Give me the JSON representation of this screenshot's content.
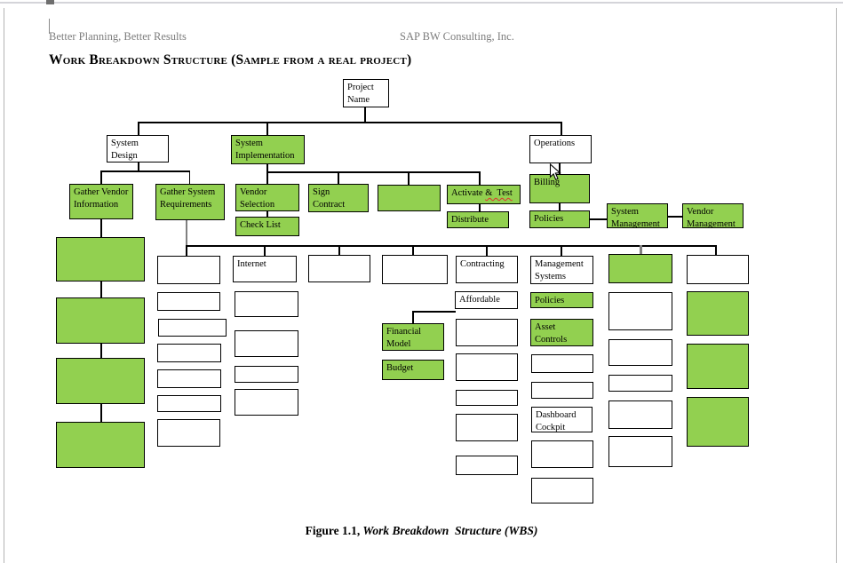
{
  "window": {
    "header_left": "Better Planning, Better Results",
    "header_right": "SAP BW Consulting, Inc.",
    "title": "Work Breakdown Structure (Sample from a real project)",
    "caption": {
      "prefix": "Figure 1.1,",
      "italic": " Work Breakdown  Structure (WBS)"
    }
  },
  "colors": {
    "node_green": "#92D050",
    "node_border": "#000000",
    "header_text": "#7d7d7d",
    "spellcheck_underline": "#e03030"
  },
  "diagram": {
    "nodes": {
      "project_name": "Project Name",
      "system_design": "System Design",
      "system_implementation": "System Implementation",
      "operations": "Operations",
      "gather_vendor_information": "Gather Vendor Information",
      "gather_system_requirements": "Gather System Requirements",
      "vendor_selection": "Vendor Selection",
      "check_list": "Check List",
      "sign_contract": "Sign Contract",
      "activate_part1": "Activate ",
      "activate_part2": "&  Test",
      "distribute": "Distribute",
      "billing": "Billing",
      "policies_operations": "Policies",
      "system_management": "System Management",
      "vendor_management": "Vendor Management",
      "internet": "Internet",
      "contracting": "Contracting",
      "affordable": "Affordable",
      "management_systems": "Management Systems",
      "policies_sub": "Policies",
      "asset_controls": "Asset Controls",
      "financial_model": "Financial Model",
      "budget": "Budget",
      "dashboard_cockpit": "Dashboard Cockpit"
    }
  }
}
